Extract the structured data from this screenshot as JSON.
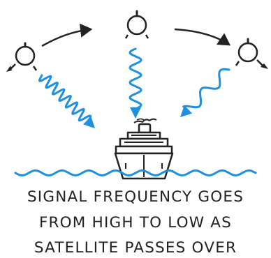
{
  "caption": {
    "line1": "SIGNAL FREQUENCY GOES",
    "line2": "FROM HIGH TO LOW AS",
    "line3": "SATELLITE PASSES OVER"
  },
  "colors": {
    "ink": "#222222",
    "signal_blue": "#1f8fe0",
    "water_blue": "#1f8fe0"
  },
  "icons": [
    "satellite-icon",
    "ship-icon",
    "wave-icon",
    "arrow-icon"
  ]
}
